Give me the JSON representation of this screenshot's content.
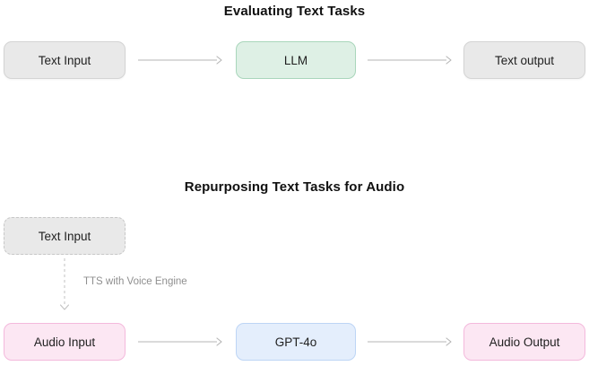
{
  "colors": {
    "gray_fill": "#e9e9e9",
    "gray_border": "#d4d4d4",
    "gray_dashed_border": "#c7c7c7",
    "green_fill": "#def0e5",
    "green_border": "#a9d6bb",
    "pink_fill": "#fce7f3",
    "pink_border": "#f4b9dc",
    "blue_fill": "#e4eefc",
    "blue_border": "#bdd5f5",
    "arrow": "#b5b5b5",
    "edge_label_text": "#8f8f8f",
    "title_text": "#111111",
    "node_text": "#1f1f1f"
  },
  "sections": [
    {
      "title": "Evaluating Text Tasks",
      "nodes": [
        {
          "label": "Text Input",
          "style": "gray"
        },
        {
          "label": "LLM",
          "style": "green"
        },
        {
          "label": "Text output",
          "style": "gray"
        }
      ]
    },
    {
      "title": "Repurposing Text Tasks for Audio",
      "nodes": [
        {
          "label": "Text Input",
          "style": "gray-dashed"
        },
        {
          "label": "Audio Input",
          "style": "pink"
        },
        {
          "label": "GPT-4o",
          "style": "blue"
        },
        {
          "label": "Audio Output",
          "style": "pink"
        }
      ],
      "edge": {
        "label": "TTS with Voice Engine",
        "style": "dashed-down-arrow"
      }
    }
  ]
}
